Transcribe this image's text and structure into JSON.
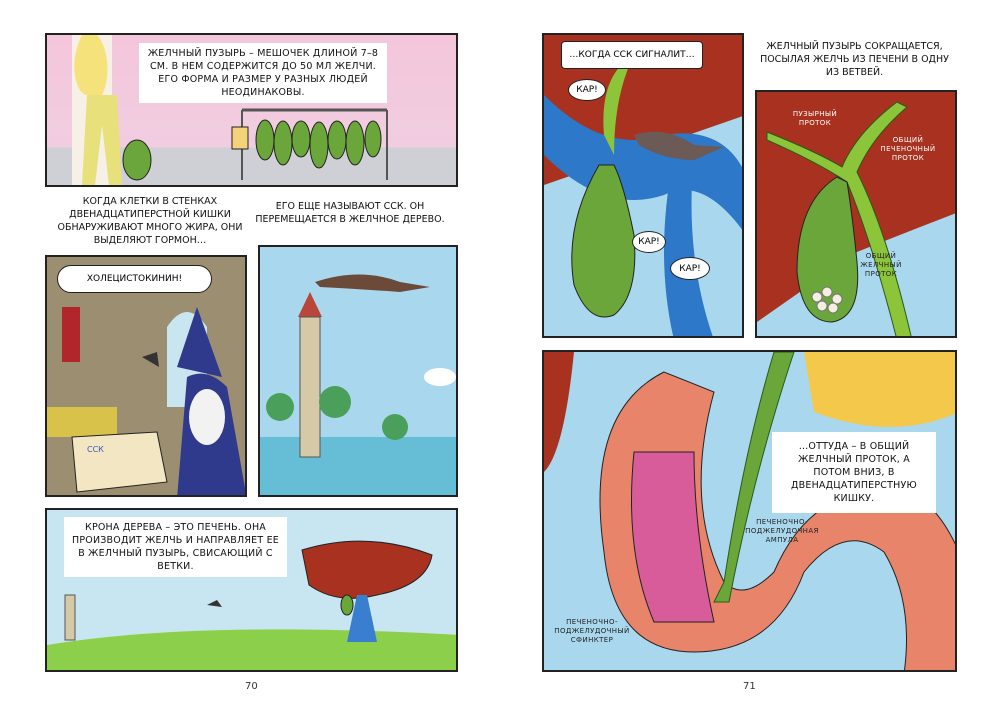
{
  "left_page": {
    "page_number": "70",
    "panel1_caption": "Желчный пузырь – мешочек длиной 7–8 см. В нем содержится до 50 мл желчи. Его форма и размер у разных людей неодинаковы.",
    "caption_cells": "Когда клетки в стенках двенадцатиперстной кишки обнаруживают много жира, они выделяют гормон…",
    "caption_cck": "Его еще называют ССК. Он перемещается в желчное дерево.",
    "wizard_bubble": "Холецистокинин!",
    "book_text": "ССК",
    "panel4_caption": "Крона дерева – это печень. Она производит желчь и направляет ее в желчный пузырь, свисающий с ветки."
  },
  "right_page": {
    "page_number": "71",
    "panel5_caption": "…когда ССК сигналит…",
    "crow_calls": [
      "Кар!",
      "Кар!",
      "Кар!"
    ],
    "caption_contract": "Желчный пузырь сокращается, посылая желчь из печени в одну из ветвей.",
    "labels": {
      "cystic_duct": "Пузырный проток",
      "common_hepatic_duct": "Общий печеночный проток",
      "common_bile_duct": "Общий желчный проток",
      "ampulla": "Печеночно-поджелудочная ампула",
      "sphincter": "Печеночно-поджелудочный сфинктер"
    },
    "panel7_caption": "…оттуда – в общий желчный проток, а потом вниз, в двенадцатиперстную кишку."
  },
  "colors": {
    "liver": "#a8321f",
    "gallbladder": "#6aa63a",
    "sky": "#a9d8ee",
    "intestine": "#e8846a"
  }
}
